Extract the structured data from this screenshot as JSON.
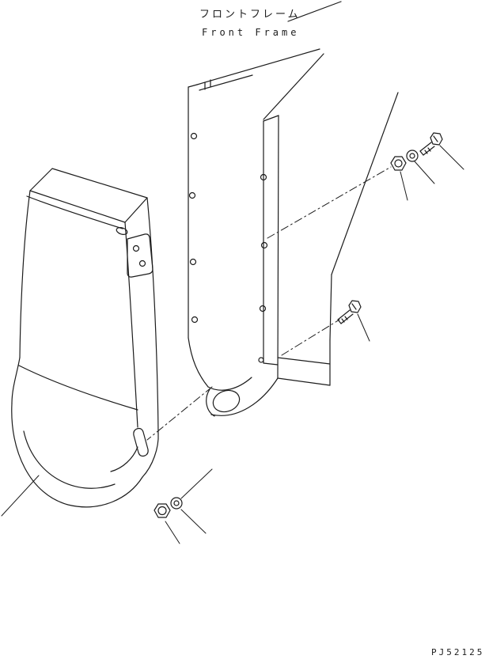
{
  "page": {
    "background": "#ffffff",
    "line_color": "#1c1c1c"
  },
  "labels": {
    "title_ja": "フロントフレーム",
    "title_en": "Front Frame",
    "part_code": "PJ52125"
  },
  "components": [
    {
      "id": "front-frame-panel",
      "kind": "frame-plate-with-holes"
    },
    {
      "id": "step-cover-box",
      "kind": "step-cover"
    },
    {
      "id": "bolt-upper",
      "kind": "hex-bolt"
    },
    {
      "id": "washer-upper",
      "kind": "washer"
    },
    {
      "id": "nut-upper",
      "kind": "hex-nut"
    },
    {
      "id": "bolt-middle",
      "kind": "hex-bolt"
    },
    {
      "id": "washer-lower",
      "kind": "washer"
    },
    {
      "id": "nut-lower",
      "kind": "hex-nut"
    }
  ]
}
